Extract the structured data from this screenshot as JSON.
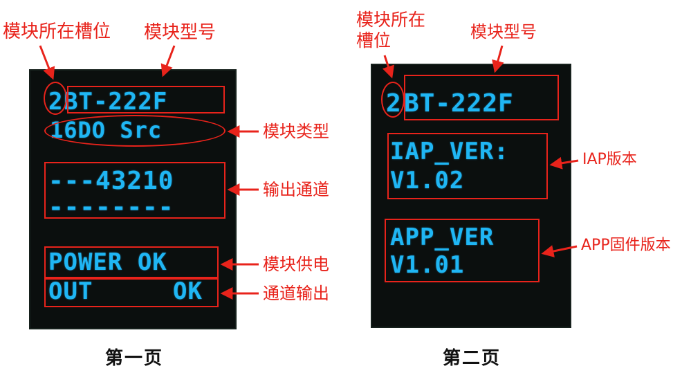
{
  "page1": {
    "caption": "第一页",
    "labels": {
      "slot": "模块所在槽位",
      "model": "模块型号",
      "type": "模块类型",
      "channels": "输出通道",
      "power": "模块供电",
      "out": "通道输出"
    },
    "display": {
      "slot_number": "2",
      "model": "BT-222F",
      "type": "16DO Src",
      "channels": "---43210",
      "channel_status": "--------",
      "power": "POWER OK",
      "out_label": "OUT",
      "out_status": "OK"
    }
  },
  "page2": {
    "caption": "第二页",
    "labels": {
      "slot": "模块所在\n槽位",
      "model": "模块型号",
      "iap": "IAP版本",
      "app": "APP固件版本"
    },
    "display": {
      "slot_number": "2",
      "model": "BT-222F",
      "iap_label": "IAP_VER:",
      "iap_version": "V1.02",
      "app_label": "APP_VER",
      "app_version": "V1.01"
    }
  },
  "colors": {
    "annotation": "#e8231b",
    "oled_text": "#1fb6f4",
    "screen_bg": "#0b0f0e"
  }
}
